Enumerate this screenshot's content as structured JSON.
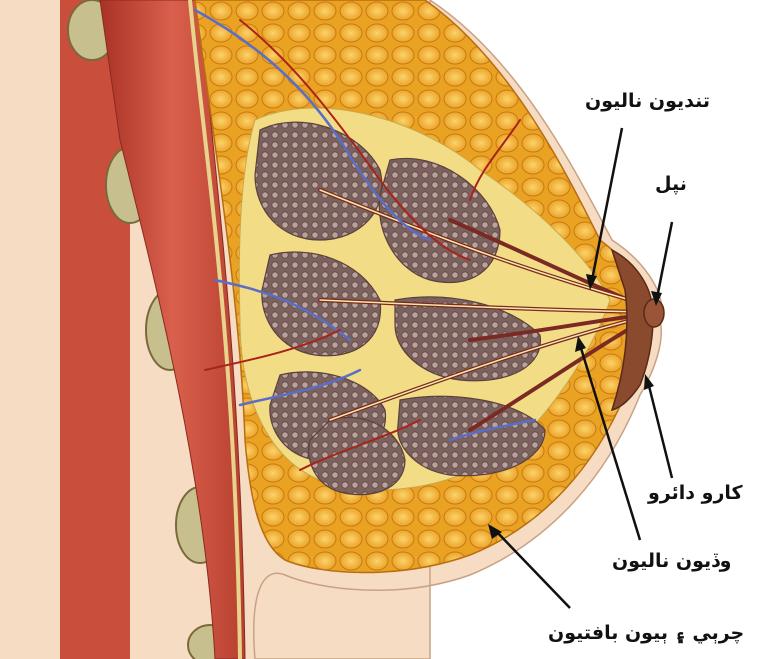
{
  "labels": {
    "lactiferous_ducts": "تنديون ناليون",
    "nipple": "نپل",
    "areola": "كارو دائرو",
    "lobules": "وڏيون ناليون",
    "fat_tissue": "چرٻي ۽ ٻيون بافتيون"
  },
  "colors": {
    "skin": "#f6dcc3",
    "muscle": "#c84a3a",
    "fat": "#f2b02c",
    "gland": "#8a6e6a",
    "duct": "#f5e08a",
    "vein": "#5b6ec7",
    "artery": "#a8241b",
    "nipple": "#8a4a2e"
  }
}
